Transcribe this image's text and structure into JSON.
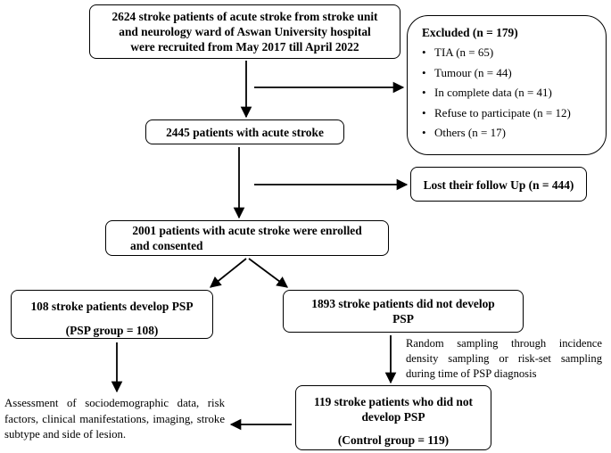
{
  "recruited": [
    "2624 stroke patients of acute stroke from stroke unit",
    "and neurology ward of Aswan University hospital",
    "were recruited from May 2017 till April 2022"
  ],
  "excluded": {
    "title": "Excluded (n = 179)",
    "items": [
      "TIA (n = 65)",
      "Tumour (n = 44)",
      "In complete data (n = 41)",
      "Refuse to participate (n = 12)",
      "Others (n = 17)"
    ]
  },
  "acute_stroke": "2445 patients with acute stroke",
  "lost_follow_up": "Lost their follow Up (n = 444)",
  "enrolled": [
    "2001 patients with acute stroke were enrolled",
    "and consented"
  ],
  "psp": {
    "line1": "108 stroke patients develop PSP",
    "line2": "(PSP group = 108)"
  },
  "no_psp": [
    "1893 stroke patients did not develop",
    "PSP"
  ],
  "sampling_note": "Random sampling through incidence density sampling or risk-set sampling during time of PSP diagnosis",
  "control": {
    "line1": "119 stroke patients who did not",
    "line2": "develop PSP",
    "line3": "(Control group = 119)"
  },
  "assessment": "Assessment of sociodemographic data, risk factors, clinical manifestations, imaging, stroke subtype and side of lesion."
}
